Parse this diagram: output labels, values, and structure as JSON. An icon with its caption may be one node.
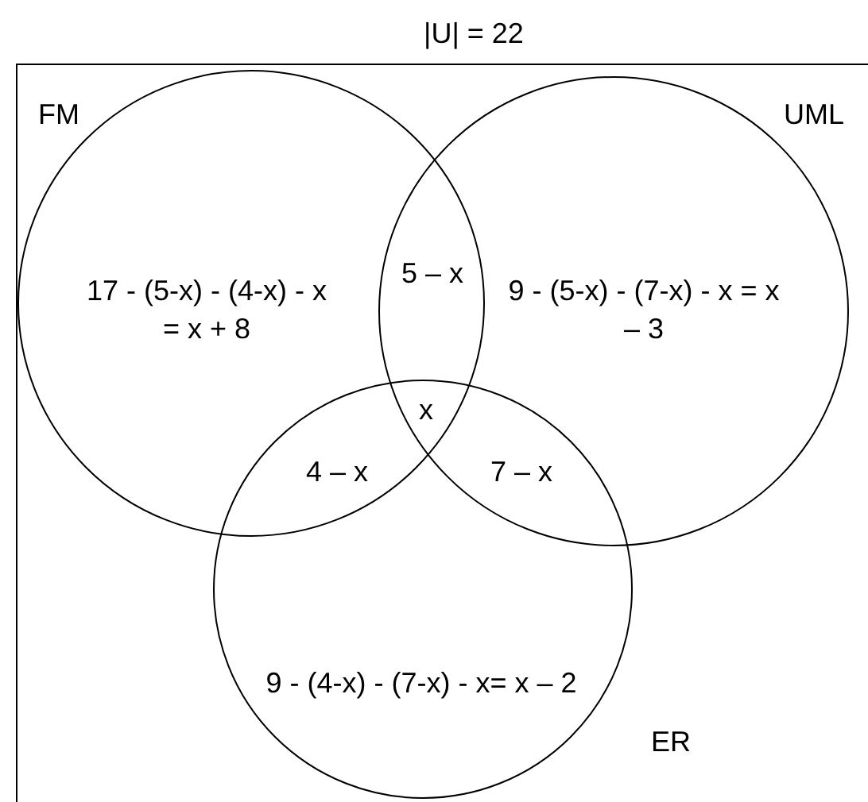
{
  "diagram": {
    "nodes": [
      {
        "text": [
          "|U| = 22"
        ]
      },
      {
        "text": [
          "FM"
        ],
        "in": 0
      },
      {
        "text": [
          "UML"
        ],
        "in": 0
      },
      {
        "text": [
          "ER"
        ],
        "in": 0
      }
    ],
    "labels": [
      "17 - (5-x) - (4-x) - x = x + 8",
      "5 – x",
      "9 - (5-x) - (7-x) - x = x – 3",
      "x",
      "4 – x",
      "7 – x",
      "9 - (4-x) - (7-x) - x= x – 2"
    ]
  }
}
